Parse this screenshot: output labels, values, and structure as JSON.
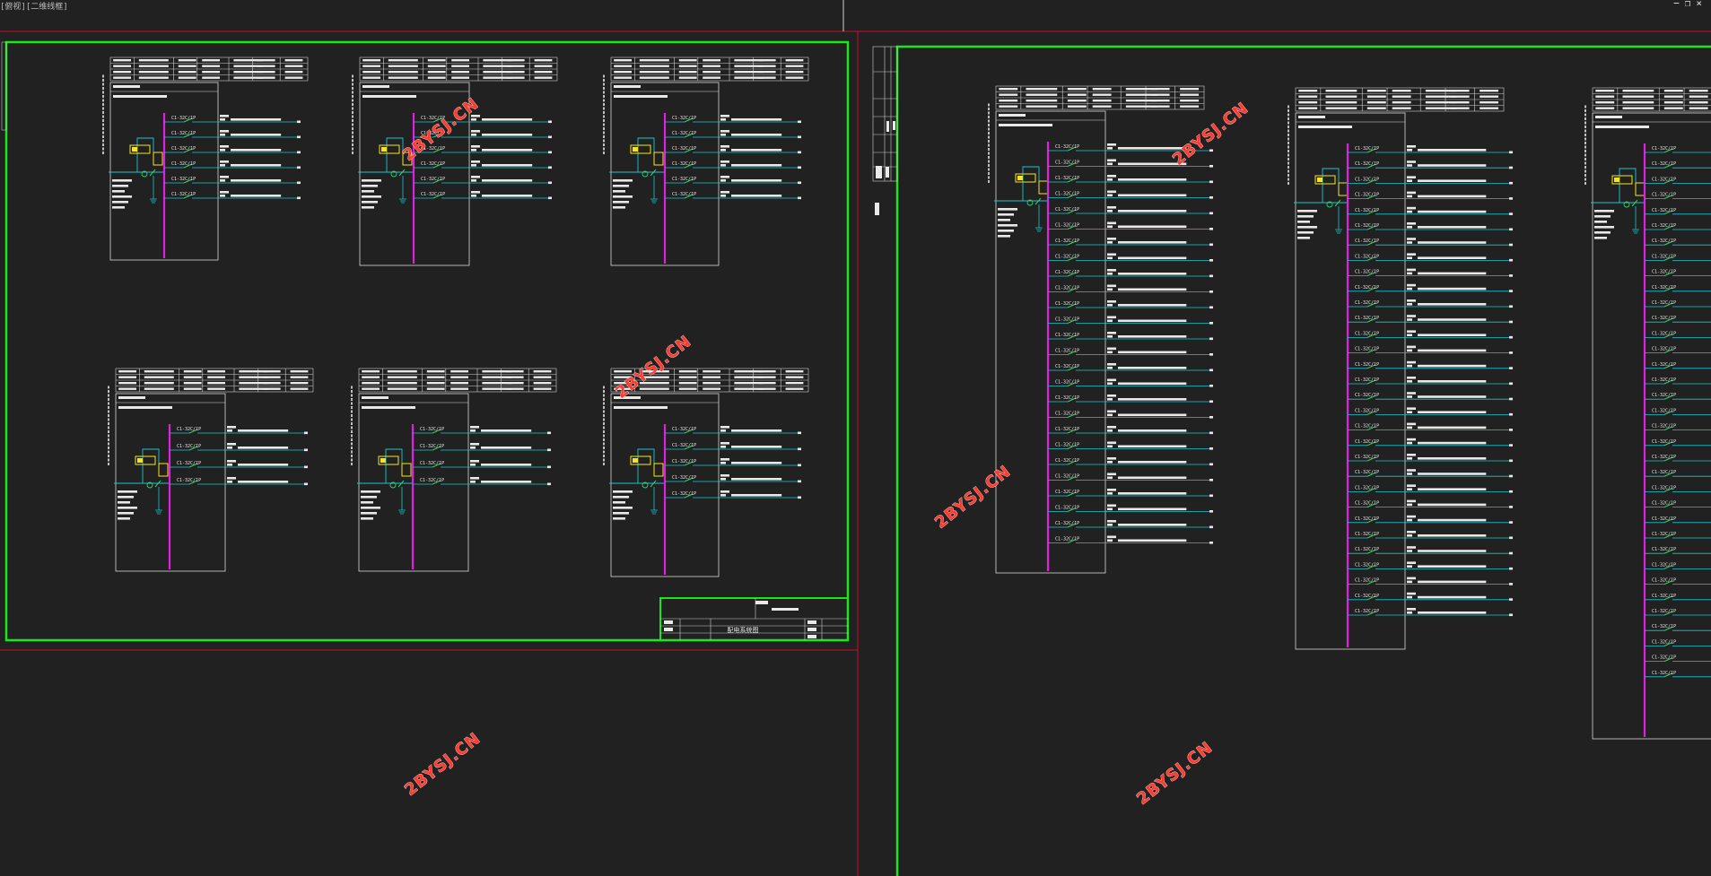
{
  "window": {
    "title": "[俯视][二维线框]",
    "controls": [
      "−",
      "❐",
      "×"
    ]
  },
  "watermark": "2BYSJ.CN",
  "colors": {
    "background": "#212121",
    "layout_border": "#c8102e",
    "frame": "#18e818",
    "bus": "#e020e0",
    "feeder": "#18c8d0",
    "breaker": "#2ed16a",
    "component": "#f5e51a",
    "text": "#e8e8e8",
    "watermark": "#ff3b30"
  },
  "title_block": {
    "drawing_name": "配电系统图"
  },
  "panels_small": [
    {
      "id": "p1",
      "feeders": [
        "C1-32C/1P",
        "C1-32C/1P",
        "C1-32C/1P",
        "C1-32C/1P",
        "C1-32C/1P",
        "C1-32C/1P"
      ]
    },
    {
      "id": "p2",
      "feeders": [
        "C1-32C/1P",
        "C1-32C/1P",
        "C1-32C/1P",
        "C1-32C/1P",
        "C1-32C/1P",
        "C1-32C/1P"
      ]
    },
    {
      "id": "p3",
      "feeders": [
        "C1-32C/1P",
        "C1-32C/1P",
        "C1-32C/1P",
        "C1-32C/1P",
        "C1-32C/1P",
        "C1-32C/1P"
      ]
    },
    {
      "id": "p4",
      "feeders": [
        "C1-32C/1P",
        "C1-32C/1P",
        "C1-32C/1P",
        "C1-32C/1P"
      ]
    },
    {
      "id": "p5",
      "feeders": [
        "C1-32C/1P",
        "C1-32C/1P",
        "C1-32C/1P",
        "C1-32C/1P"
      ]
    },
    {
      "id": "p6",
      "feeders": [
        "C1-32C/1P",
        "C1-32C/1P",
        "C1-32C/1P",
        "C1-32C/1P",
        "C1-32C/1P"
      ]
    }
  ],
  "panels_large": [
    {
      "id": "L1",
      "feeders": [
        "C1-32C/1P",
        "C1-32C/1P",
        "C1-32C/1P",
        "C1-32C/1P",
        "C1-32C/1P",
        "C1-32C/1P",
        "C1-32C/1P",
        "C1-32C/1P",
        "C1-32C/1P",
        "C1-32C/1P",
        "C1-32C/1P",
        "C1-32C/1P",
        "C1-32C/1P",
        "C1-32C/1P",
        "C1-32C/1P",
        "C1-32C/1P",
        "C1-32C/1P",
        "C1-32C/1P",
        "C1-32C/1P",
        "C1-32C/1P",
        "C1-32C/1P",
        "C1-32C/1P",
        "C1-32C/1P",
        "C1-32C/1P",
        "C1-32C/1P",
        "C1-32C/1P"
      ]
    },
    {
      "id": "L2",
      "feeders": [
        "C1-32C/1P",
        "C1-32C/1P",
        "C1-32C/1P",
        "C1-32C/1P",
        "C1-32C/1P",
        "C1-32C/1P",
        "C1-32C/1P",
        "C1-32C/1P",
        "C1-32C/1P",
        "C1-32C/1P",
        "C1-32C/1P",
        "C1-32C/1P",
        "C1-32C/1P",
        "C1-32C/1P",
        "C1-32C/1P",
        "C1-32C/1P",
        "C1-32C/1P",
        "C1-32C/1P",
        "C1-32C/1P",
        "C1-32C/1P",
        "C1-32C/1P",
        "C1-32C/1P",
        "C1-32C/1P",
        "C1-32C/1P",
        "C1-32C/1P",
        "C1-32C/1P",
        "C1-32C/1P",
        "C1-32C/1P",
        "C1-32C/1P",
        "C1-32C/1P",
        "C1-32C/1P"
      ]
    },
    {
      "id": "L3",
      "feeders": [
        "C1-32C/1P",
        "C1-32C/1P",
        "C1-32C/1P",
        "C1-32C/1P",
        "C1-32C/1P",
        "C1-32C/1P",
        "C1-32C/1P",
        "C1-32C/1P",
        "C1-32C/1P",
        "C1-32C/1P",
        "C1-32C/1P",
        "C1-32C/1P",
        "C1-32C/1P",
        "C1-32C/1P",
        "C1-32C/1P",
        "C1-32C/1P",
        "C1-32C/1P",
        "C1-32C/1P",
        "C1-32C/1P",
        "C1-32C/1P",
        "C1-32C/1P",
        "C1-32C/1P",
        "C1-32C/1P",
        "C1-32C/1P",
        "C1-32C/1P",
        "C1-32C/1P",
        "C1-32C/1P",
        "C1-32C/1P",
        "C1-32C/1P",
        "C1-32C/1P",
        "C1-32C/1P",
        "C1-32C/1P",
        "C1-32C/1P",
        "C1-32C/1P",
        "C1-32C/1P"
      ]
    }
  ]
}
